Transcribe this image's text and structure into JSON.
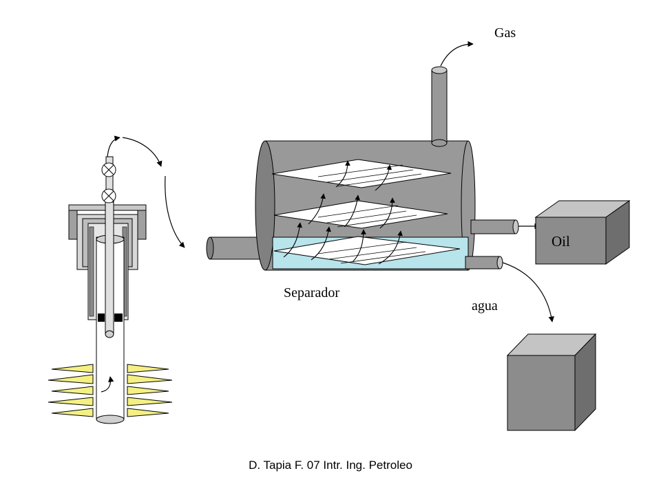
{
  "labels": {
    "gas": "Gas",
    "oil": "Oil",
    "separator": "Separador",
    "water": "agua"
  },
  "footer": "D. Tapia F. 07 Intr. Ing. Petroleo",
  "colors": {
    "vessel": "#999999",
    "vessel_dark": "#808080",
    "box_front": "#8c8c8c",
    "box_top": "#c4c4c4",
    "box_side": "#6e6e6e",
    "water_fill": "#b8e4ec",
    "perforations": "#f4f084",
    "stroke": "#000000"
  }
}
